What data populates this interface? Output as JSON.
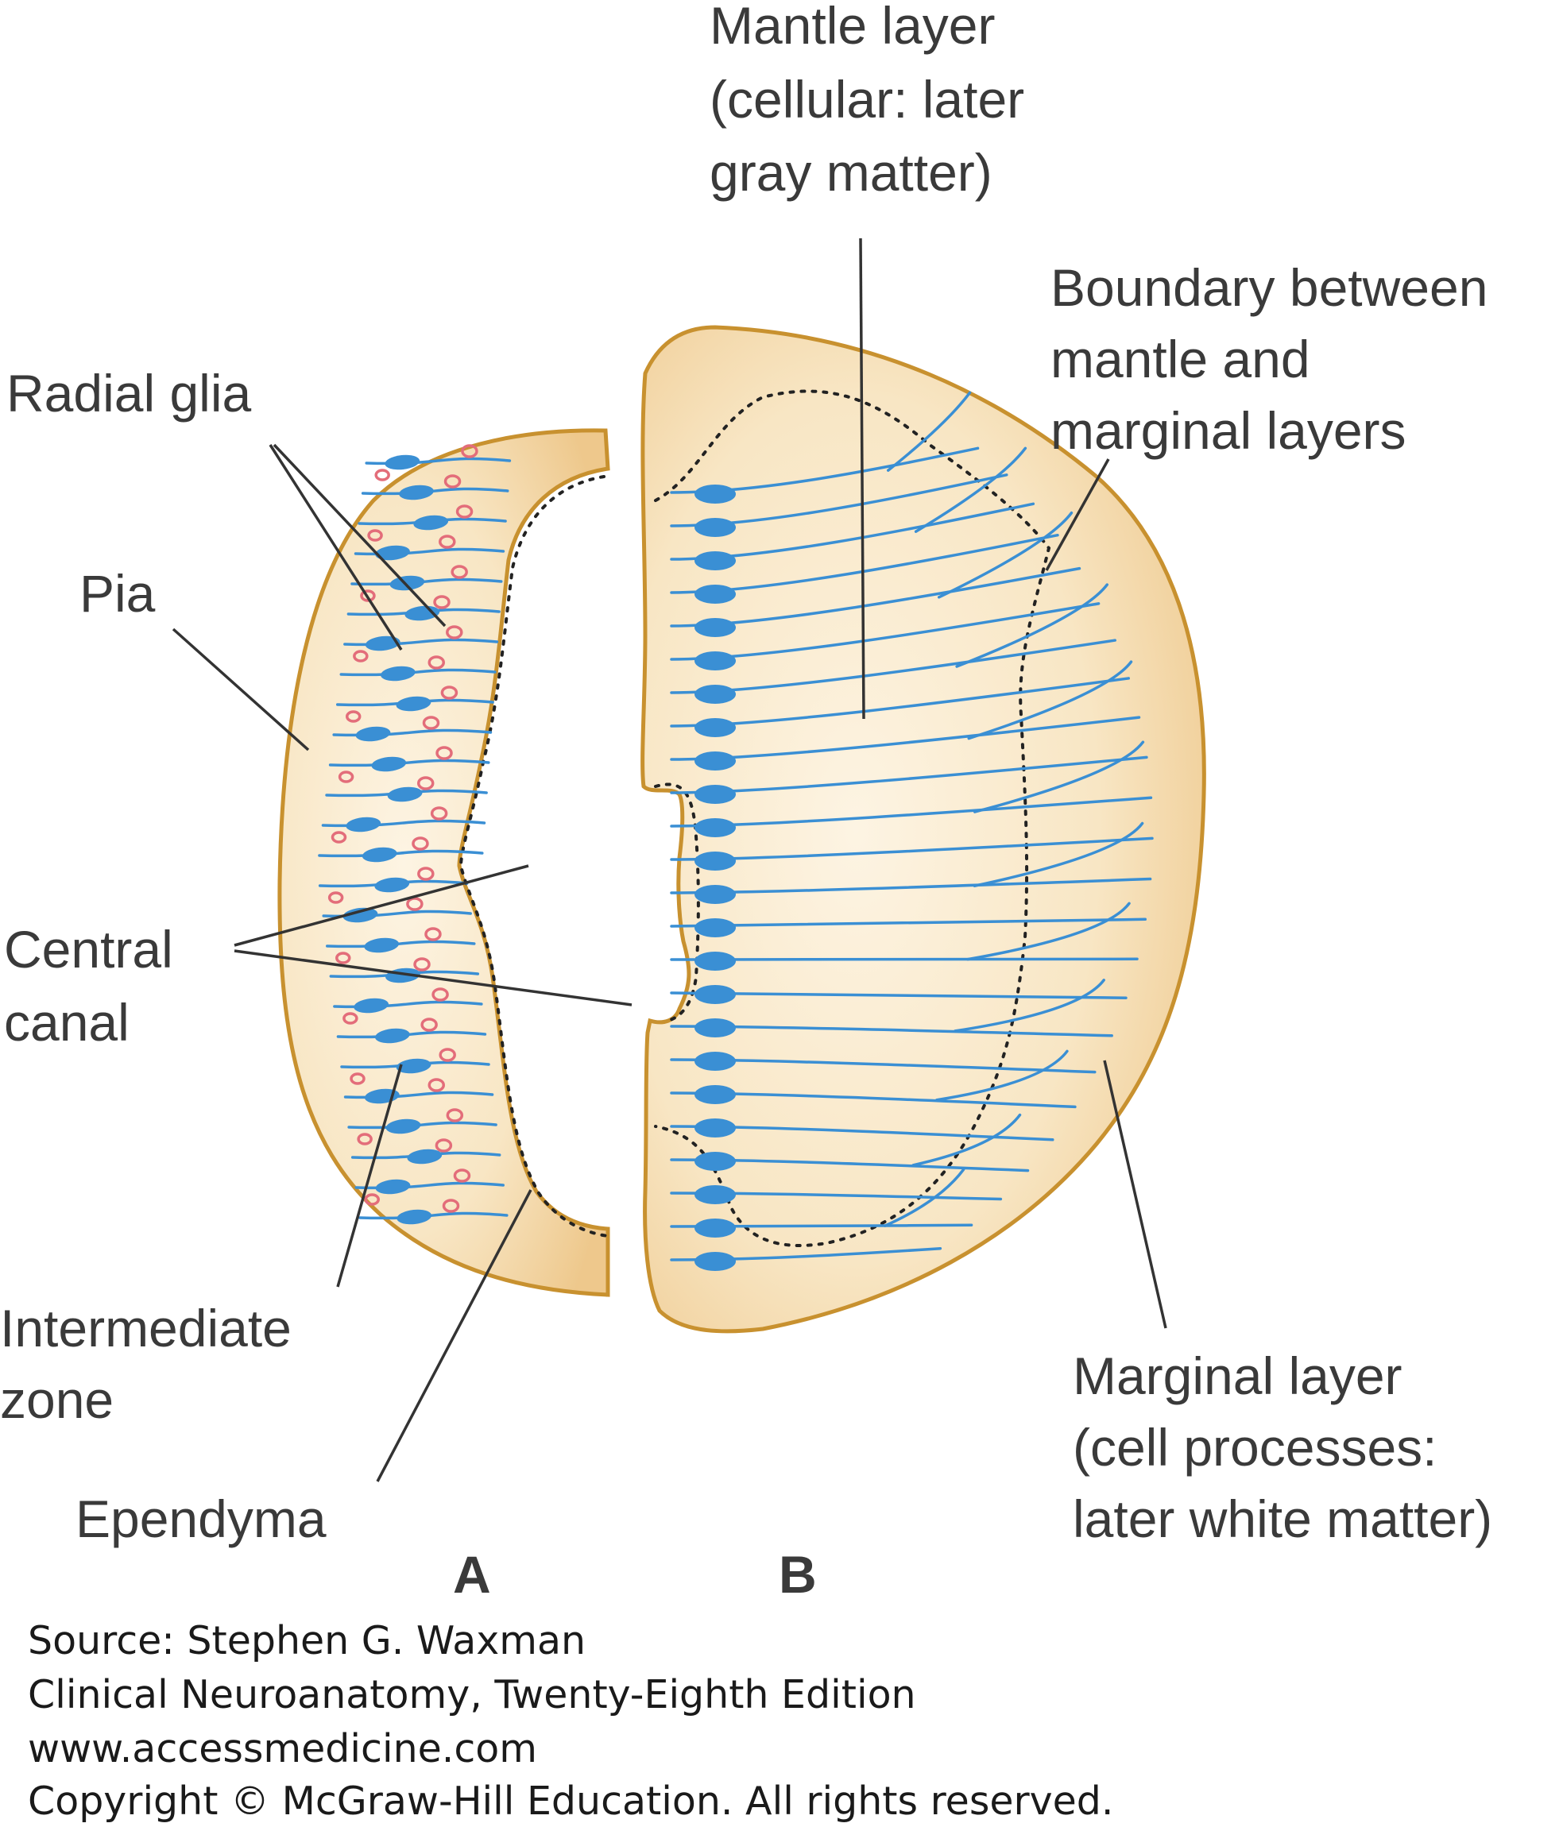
{
  "labels": {
    "mantle_layer": [
      "Mantle layer",
      "(cellular: later",
      "gray matter)"
    ],
    "boundary": [
      "Boundary between",
      "mantle and",
      "marginal layers"
    ],
    "radial_glia": "Radial glia",
    "pia": "Pia",
    "central_canal": [
      "Central",
      "canal"
    ],
    "intermediate_zone": [
      "Intermediate",
      "zone"
    ],
    "ependyma": "Ependyma",
    "marginal_layer": [
      "Marginal layer",
      "(cell processes:",
      "later white matter)"
    ],
    "panel_a": "A",
    "panel_b": "B"
  },
  "source": {
    "line1": "Source: Stephen G. Waxman",
    "line2": "Clinical Neuroanatomy, Twenty-Eighth Edition",
    "line3": "www.accessmedicine.com",
    "line4": "Copyright © McGraw-Hill Education. All rights reserved."
  },
  "colors": {
    "tissue_fill": "#f6dfb5",
    "tissue_outline": "#c8912f",
    "glia_blue": "#3a8fd4",
    "nuclei_pink": "#e36d7a"
  }
}
